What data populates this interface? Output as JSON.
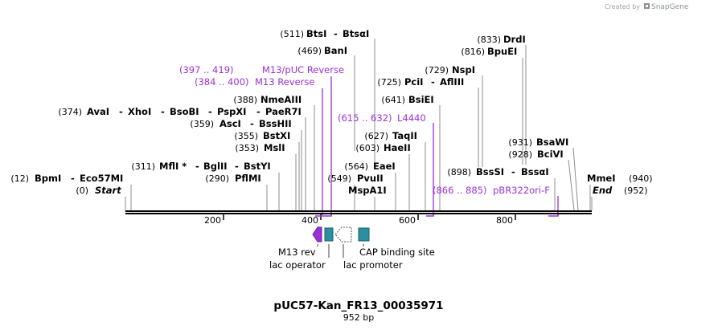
{
  "credit": {
    "prefix": "Created by",
    "brand": "SnapGene"
  },
  "title": "pUC57-Kan_FR13_00035971",
  "length_label": "952 bp",
  "ticks": [
    "200",
    "400",
    "600",
    "800"
  ],
  "sites": [
    {
      "pos": "(511)",
      "names": [
        "BtsI",
        "BtsαI"
      ]
    },
    {
      "pos": "(469)",
      "names": [
        "BanI"
      ]
    },
    {
      "pos": "(833)",
      "names": [
        "DrdI"
      ]
    },
    {
      "pos": "(816)",
      "names": [
        "BpuEI"
      ]
    },
    {
      "pos": "(729)",
      "names": [
        "NspI"
      ]
    },
    {
      "pos": "(725)",
      "names": [
        "PciI",
        "AflIII"
      ]
    },
    {
      "pos": "(388)",
      "names": [
        "NmeAIII"
      ]
    },
    {
      "pos": "(641)",
      "names": [
        "BsiEI"
      ]
    },
    {
      "pos": "(374)",
      "names": [
        "AvaI",
        "XhoI",
        "BsoBI",
        "PspXI",
        "PaeR7I"
      ]
    },
    {
      "pos": "(359)",
      "names": [
        "AscI",
        "BssHII"
      ]
    },
    {
      "pos": "(355)",
      "names": [
        "BstXI"
      ]
    },
    {
      "pos": "(627)",
      "names": [
        "TaqII"
      ]
    },
    {
      "pos": "(353)",
      "names": [
        "MslI"
      ]
    },
    {
      "pos": "(603)",
      "names": [
        "HaeII"
      ]
    },
    {
      "pos": "(931)",
      "names": [
        "BsaWI"
      ]
    },
    {
      "pos": "(928)",
      "names": [
        "BciVI"
      ]
    },
    {
      "pos": "(311)",
      "names": [
        "MflI *",
        "BglII",
        "BstYI"
      ]
    },
    {
      "pos": "(564)",
      "names": [
        "EaeI"
      ]
    },
    {
      "pos": "(898)",
      "names": [
        "BssSI",
        "BssαI"
      ]
    },
    {
      "pos": "(12)",
      "names": [
        "BpmI",
        "Eco57MI"
      ]
    },
    {
      "pos": "(290)",
      "names": [
        "PflMI"
      ]
    },
    {
      "pos": "(549)",
      "names": [
        "PvuII"
      ]
    },
    {
      "pos": "(940)",
      "names": [
        "MmeI"
      ]
    },
    {
      "pos": "(0)",
      "names": [
        "Start"
      ]
    },
    {
      "pos": "",
      "names": [
        "MspA1I"
      ]
    },
    {
      "pos": "(952)",
      "names": [
        "End"
      ]
    }
  ],
  "primers": [
    {
      "range": "(397 .. 419)",
      "name": "M13/pUC Reverse"
    },
    {
      "range": "(384 .. 400)",
      "name": "M13 Reverse"
    },
    {
      "range": "(615 .. 632)",
      "name": "L4440"
    },
    {
      "range": "(866 .. 885)",
      "name": "pBR322ori-F"
    }
  ],
  "features": [
    {
      "name": "M13 rev",
      "icon": "arrow-left-filled",
      "color": "#9b30d9"
    },
    {
      "name": "lac operator",
      "icon": "box",
      "color": "#2b8fa0"
    },
    {
      "name": "lac promoter",
      "icon": "arrow-left-outline",
      "color": "#ffffff"
    },
    {
      "name": "CAP binding site",
      "icon": "box",
      "color": "#2b8fa0"
    }
  ],
  "colors": {
    "primer": "#9b30d9",
    "feature_box": "#2b8fa0",
    "credit": "#9aa0a6"
  }
}
